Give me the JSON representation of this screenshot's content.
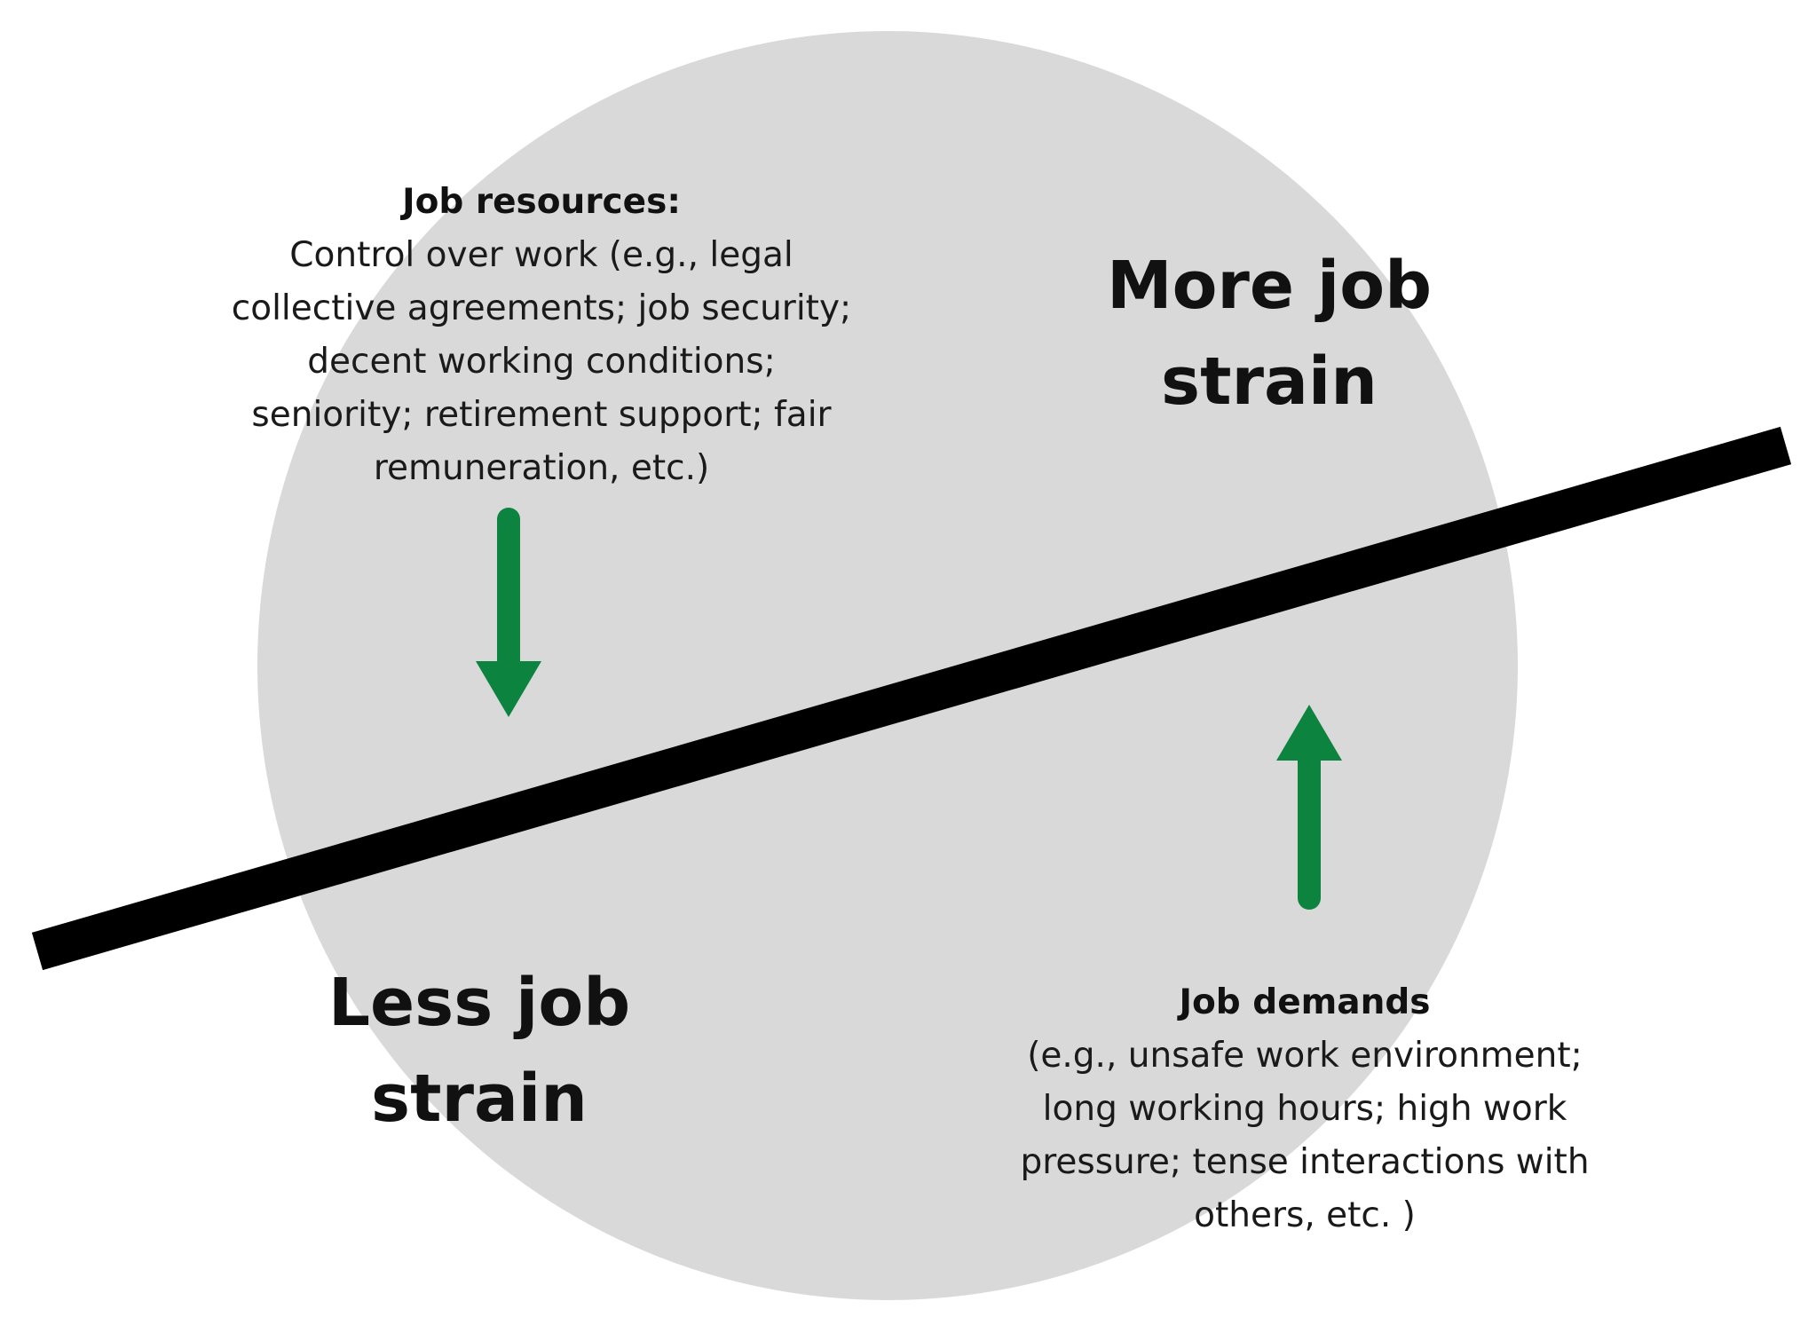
{
  "colors": {
    "background": "#ffffff",
    "circle": "#d9d9d9",
    "bar": "#000000",
    "arrow": "#0c8440",
    "text": "#1a1a1a"
  },
  "diagram": {
    "resources": {
      "heading": "Job resources:",
      "lines": [
        "Control over work (e.g., legal",
        "collective agreements; job security;",
        "decent working conditions;",
        "seniority; retirement support; fair",
        "remuneration, etc.)"
      ],
      "arrow_direction": "down"
    },
    "demands": {
      "heading": "Job demands",
      "lines": [
        "(e.g., unsafe work environment;",
        "long working hours; high work",
        "pressure; tense interactions with",
        "others, etc. )"
      ],
      "arrow_direction": "up"
    },
    "more_strain": {
      "lines": [
        "More job",
        "strain"
      ]
    },
    "less_strain": {
      "lines": [
        "Less job",
        "strain"
      ]
    }
  }
}
